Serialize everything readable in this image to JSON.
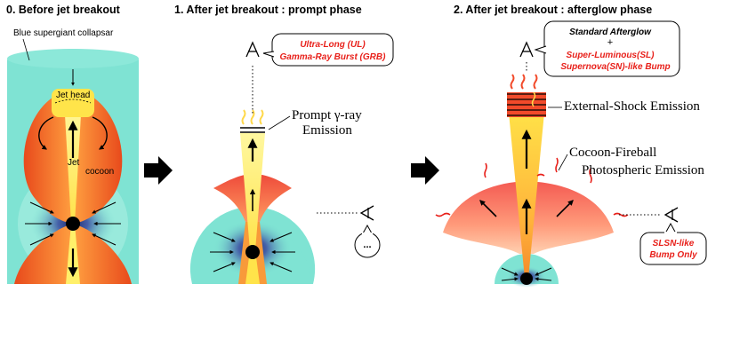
{
  "panels": {
    "p0": {
      "title": "0. Before jet breakout",
      "collapsar_label": "Blue supergiant collapsar",
      "jet_head_label": "Jet head",
      "jet_label": "Jet",
      "cocoon_label": "cocoon"
    },
    "p1": {
      "title": "1. After jet breakout : prompt phase",
      "bubble_line1": "Ultra-Long (UL)",
      "bubble_line2": "Gamma-Ray Burst (GRB)",
      "emission_line1": "Prompt γ-ray",
      "emission_line2": "Emission",
      "ellipsis": "..."
    },
    "p2": {
      "title": "2. After jet breakout : afterglow phase",
      "bubble_line1": "Standard Afterglow",
      "bubble_plus": "+",
      "bubble_line2": "Super-Luminous(SL)",
      "bubble_line3": "Supernova(SN)-like Bump",
      "external_shock": "External-Shock Emission",
      "cocoon_line1": "Cocoon-Fireball",
      "cocoon_line2": "Photospheric Emission",
      "slsn_line1": "SLSN-like",
      "slsn_line2": "Bump Only"
    }
  },
  "colors": {
    "blue_collapsar": "#7fe3d3",
    "cocoon_orange": "#f47a2e",
    "jet_yellow": "#fff06a",
    "text_red": "#e8201a",
    "fireball_pink": "#f56a5e"
  }
}
